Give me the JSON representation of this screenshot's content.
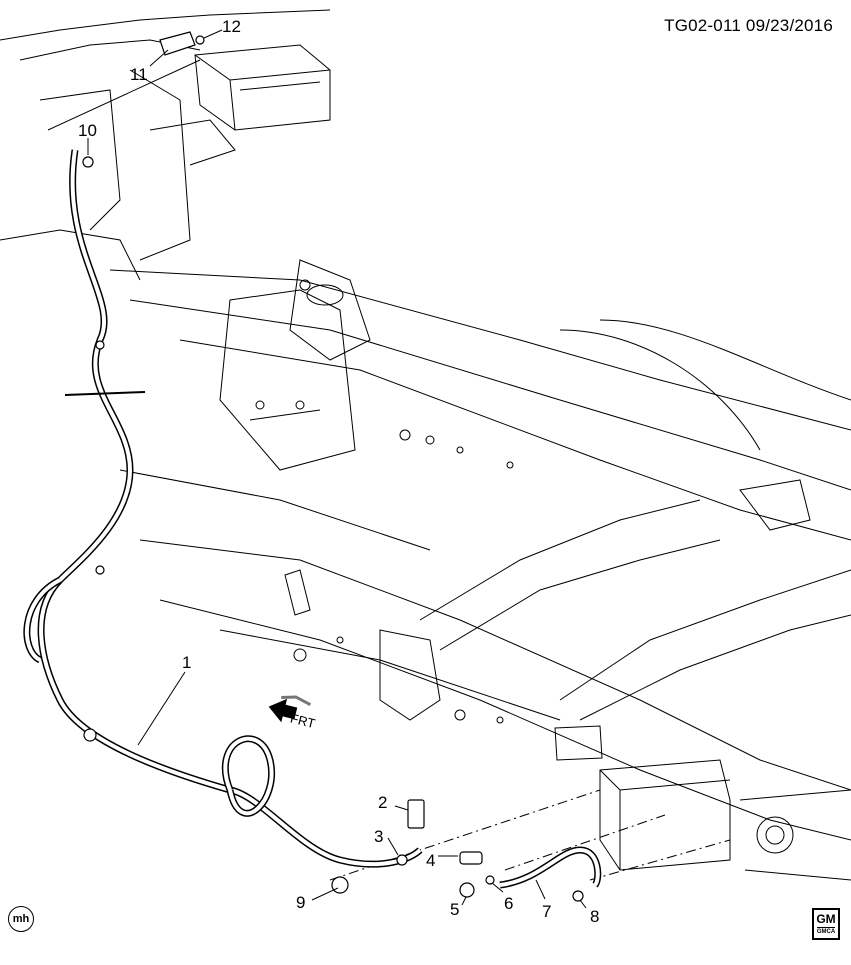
{
  "header": {
    "diagram_id": "TG02-011 09/23/2016"
  },
  "callouts": [
    {
      "num": "1"
    },
    {
      "num": "2"
    },
    {
      "num": "3"
    },
    {
      "num": "4"
    },
    {
      "num": "5"
    },
    {
      "num": "6"
    },
    {
      "num": "7"
    },
    {
      "num": "8"
    },
    {
      "num": "9"
    },
    {
      "num": "10"
    },
    {
      "num": "11"
    },
    {
      "num": "12"
    }
  ],
  "direction_arrow": {
    "label": "FRT"
  },
  "badges": {
    "mh": "mh",
    "gm_logo": "GM",
    "gm_sub": "GMCA"
  },
  "icons": [
    "frt-arrow-icon",
    "gm-logo-icon",
    "mh-badge-icon"
  ]
}
